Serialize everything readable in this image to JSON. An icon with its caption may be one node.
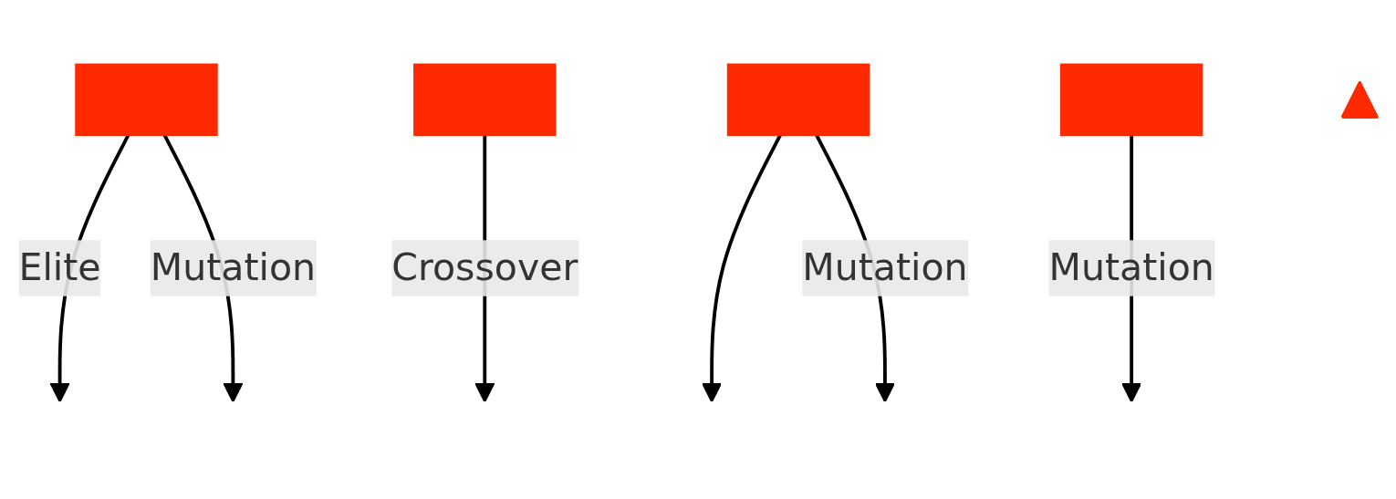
{
  "diagram": {
    "nodes": [
      {
        "text": [],
        "shape": "box"
      },
      {
        "text": [],
        "shape": "box"
      },
      {
        "text": [],
        "shape": "box"
      },
      {
        "text": [],
        "shape": "box"
      },
      {
        "text": [],
        "shape": "triangle"
      }
    ],
    "edges": [
      {
        "from": 0,
        "to": null,
        "arrow": "to",
        "label": "Elite"
      },
      {
        "from": 0,
        "to": null,
        "arrow": "to",
        "label": "Mutation"
      },
      {
        "from": 1,
        "to": null,
        "arrow": "to",
        "label": "Crossover"
      },
      {
        "from": 2,
        "to": null,
        "arrow": "to"
      },
      {
        "from": 2,
        "to": null,
        "arrow": "to",
        "label": "Mutation"
      },
      {
        "from": 3,
        "to": null,
        "arrow": "to",
        "label": "Mutation"
      }
    ]
  }
}
